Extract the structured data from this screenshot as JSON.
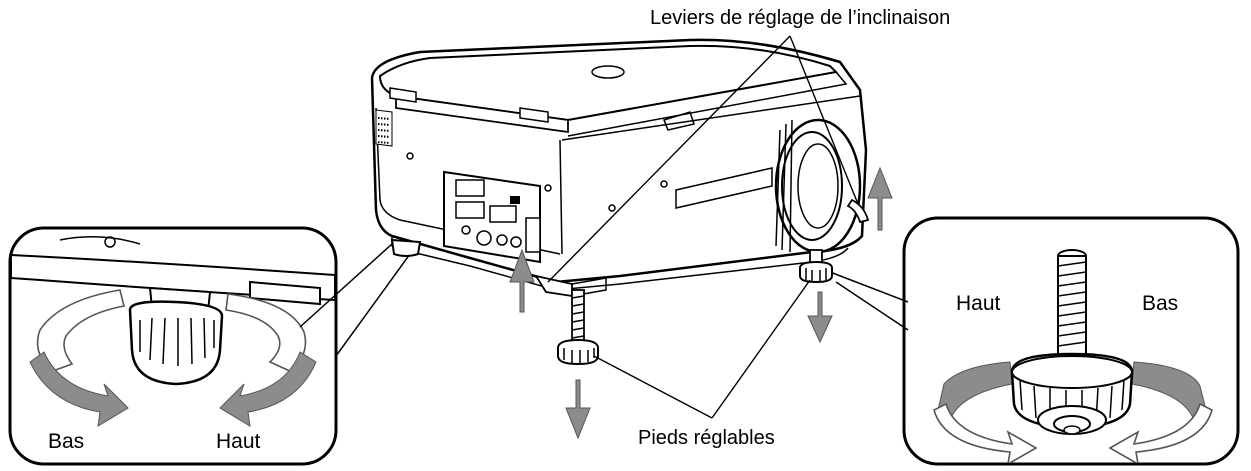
{
  "labels": {
    "tilt_levers": "Leviers de réglage de l’inclinaison",
    "adjustable_feet": "Pieds réglables",
    "left_inset_down": "Bas",
    "left_inset_up": "Haut",
    "right_inset_up": "Haut",
    "right_inset_down": "Bas"
  },
  "colors": {
    "arrow_gray": "#8c8c8c",
    "line": "#000000",
    "background": "#ffffff"
  }
}
